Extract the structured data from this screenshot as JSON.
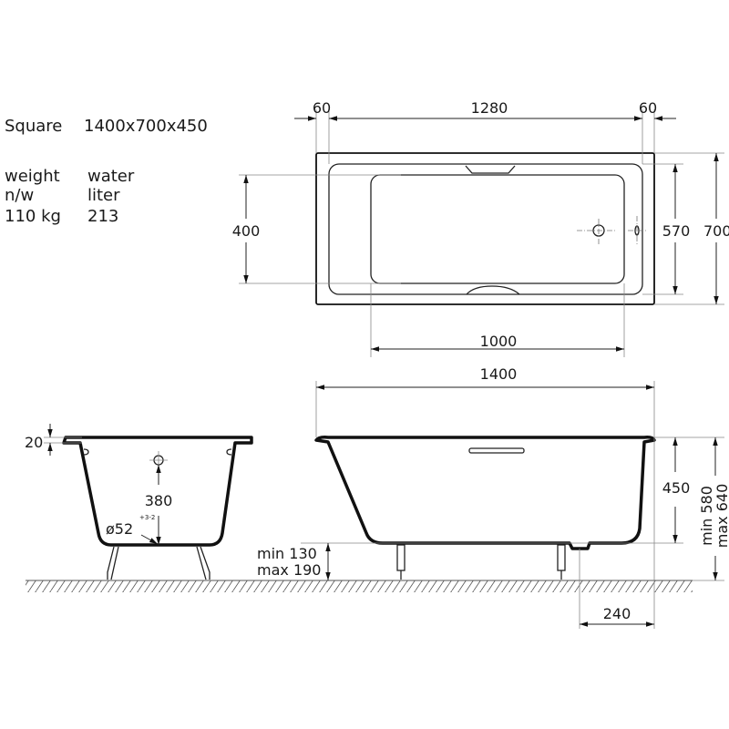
{
  "specs": {
    "model_label": "Square",
    "model_size": "1400x700x450",
    "weight_label": "weight",
    "weight_sub": "n/w",
    "weight_value": "110 kg",
    "water_label": "water",
    "water_sub": "liter",
    "water_value": "213"
  },
  "top_view": {
    "dim_left_margin": "60",
    "dim_inner_length": "1280",
    "dim_right_margin": "60",
    "dim_basin_width": "400",
    "dim_inner_width": "570",
    "dim_total_width": "700",
    "dim_basin_length": "1000"
  },
  "side_view": {
    "dim_total_length": "1400",
    "dim_depth": "450",
    "dim_height_min": "min 580",
    "dim_height_max": "max 640",
    "dim_drain_offset": "240",
    "dim_leg_min": "min 130",
    "dim_leg_max": "max 190"
  },
  "end_view": {
    "dim_rim": "20",
    "dim_drain_height": "380",
    "dim_drain_diameter": "ø52",
    "dim_drain_tolerance": "+3-2"
  }
}
